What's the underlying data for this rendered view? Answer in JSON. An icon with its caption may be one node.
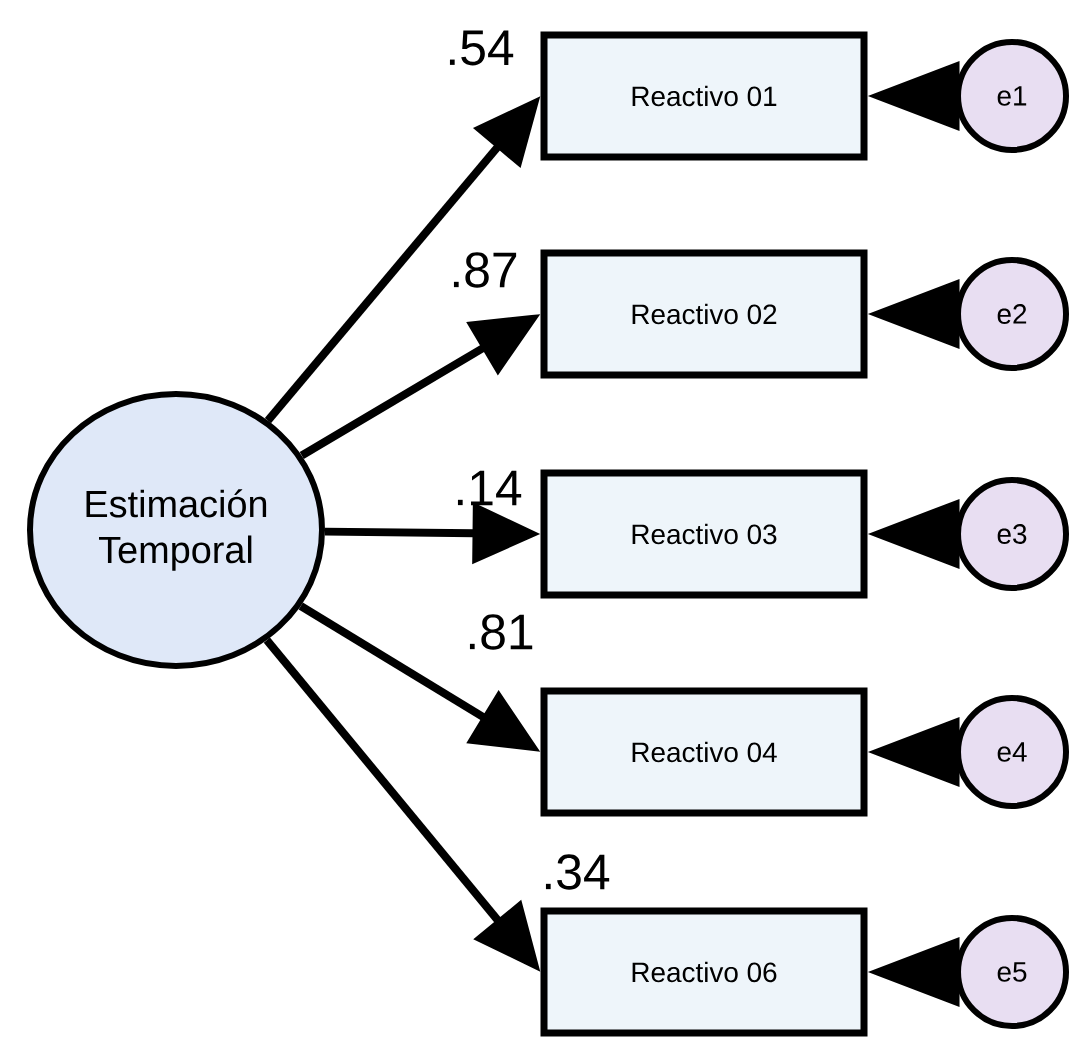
{
  "diagram": {
    "nodes": [
      {
        "text": [
          "Estimación Temporal"
        ]
      },
      {
        "text": [
          "Reactivo 01"
        ],
        "beside": [
          ".54"
        ]
      },
      {
        "text": [
          "Reactivo 02"
        ],
        "beside": [
          ".87"
        ]
      },
      {
        "text": [
          "Reactivo 03"
        ],
        "beside": [
          ".14"
        ]
      },
      {
        "text": [
          "Reactivo 04"
        ],
        "beside": [
          ".81"
        ]
      },
      {
        "text": [
          "Reactivo 06"
        ],
        "beside": [
          ".34"
        ]
      },
      {
        "text": [
          "e1"
        ]
      },
      {
        "text": [
          "e2"
        ]
      },
      {
        "text": [
          "e3"
        ]
      },
      {
        "text": [
          "e4"
        ]
      },
      {
        "text": [
          "e5"
        ]
      }
    ],
    "edges": [
      {
        "from": 0,
        "to": 1,
        "arrow": "to"
      },
      {
        "from": 0,
        "to": 2,
        "arrow": "to"
      },
      {
        "from": 0,
        "to": 3,
        "arrow": "to"
      },
      {
        "from": 0,
        "to": 4,
        "arrow": "to"
      },
      {
        "from": 0,
        "to": 5,
        "arrow": "to"
      },
      {
        "from": 6,
        "to": 1,
        "arrow": "to"
      },
      {
        "from": 7,
        "to": 2,
        "arrow": "to"
      },
      {
        "from": 8,
        "to": 3,
        "arrow": "to"
      },
      {
        "from": 9,
        "to": 4,
        "arrow": "to"
      },
      {
        "from": 10,
        "to": 5,
        "arrow": "to"
      }
    ]
  }
}
